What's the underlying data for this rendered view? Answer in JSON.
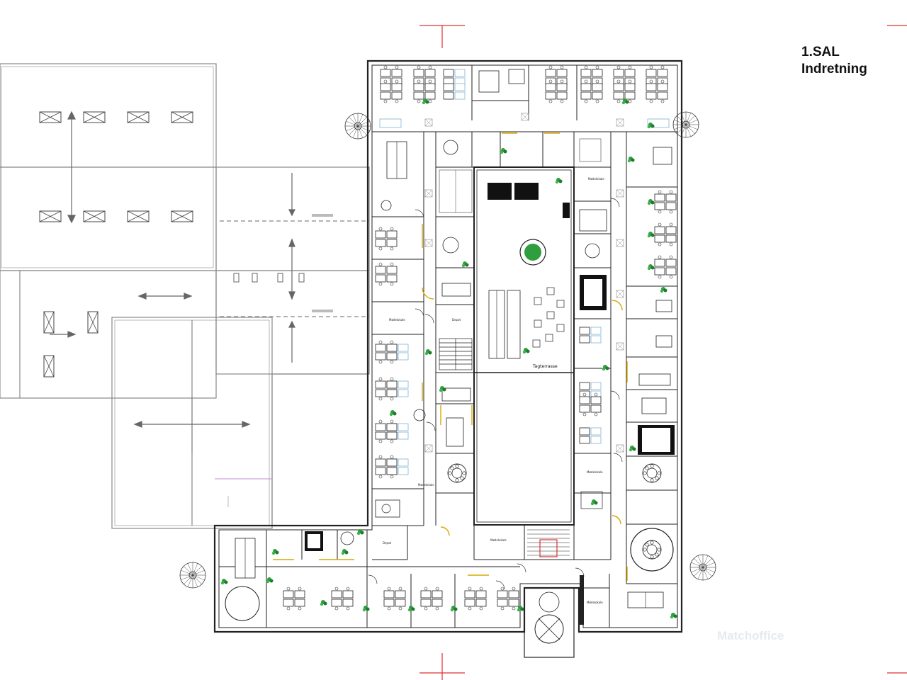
{
  "plan": {
    "floor_label": "1.SAL",
    "subtitle": "Indretning",
    "rooms": {
      "west_top": "Mødelokale",
      "east_top": "Mødelokale",
      "west_mid": "Depot",
      "east_mid": "Mødelokale",
      "west_low": "Mødelokale",
      "south_1": "Depot",
      "south_2": "Mødelokale",
      "south_east": "Mødelokale"
    },
    "roof_terrace": "Tagterrasse",
    "watermark": "Matchoffice"
  }
}
